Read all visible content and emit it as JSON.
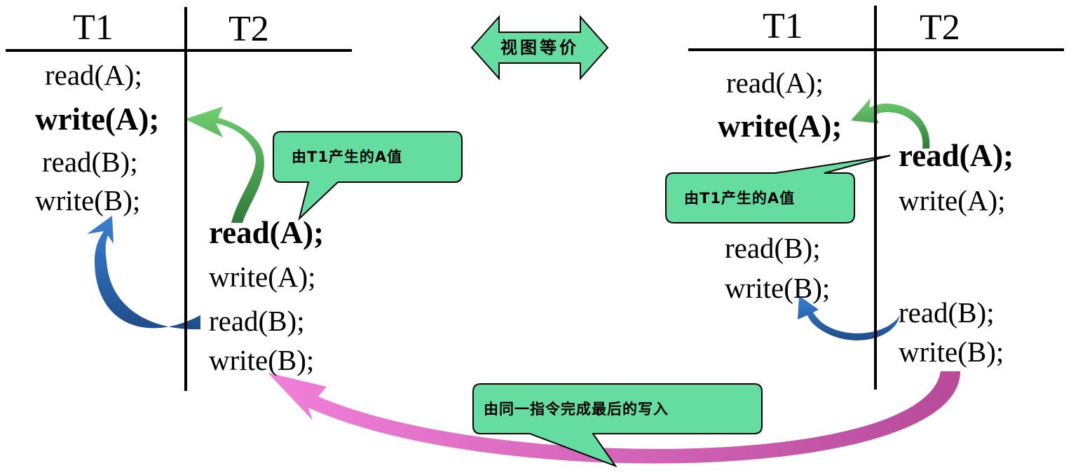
{
  "left_schedule": {
    "t1_header": "T1",
    "t2_header": "T2",
    "t1_ops": [
      "read(A);",
      "write(A);",
      "read(B);",
      "write(B);"
    ],
    "t2_ops": [
      "read(A);",
      "write(A);",
      "read(B);",
      "write(B);"
    ]
  },
  "right_schedule": {
    "t1_header": "T1",
    "t2_header": "T2",
    "t1_ops_top": [
      "read(A);",
      "write(A);"
    ],
    "t2_ops_top": [
      "read(A);",
      "write(A);"
    ],
    "t1_ops_bottom": [
      "read(B);",
      "write(B);"
    ],
    "t2_ops_bottom": [
      "read(B);",
      "write(B);"
    ]
  },
  "equivalence_label": "视图等价",
  "callouts": {
    "left_a_value": "由T1产生的A值",
    "right_a_value": "由T1产生的A值",
    "final_write": "由同一指令完成最后的写入"
  },
  "colors": {
    "callout_fill": "#66dda0",
    "green_arrow": "#44aa55",
    "blue_arrow": "#2a62b0",
    "pink_arrow": "#e066c0",
    "double_arrow_fill": "#66dda0"
  }
}
